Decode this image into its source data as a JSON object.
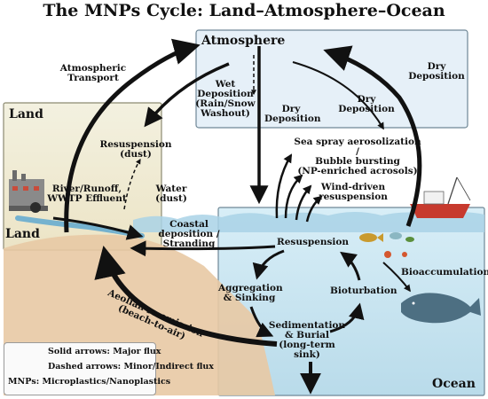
{
  "title": "The MNPs Cycle: Land–Atmosphere–Ocean",
  "regions": {
    "atmosphere": "Atmosphere",
    "land_top": "Land",
    "land_bottom": "Land",
    "ocean": "Ocean"
  },
  "labels": {
    "atmospheric_transport": "Atmospheric\nTransport",
    "wet_deposition": "Wet\nDeposition\n(Rain/Snow\nWashout)",
    "dry_deposition_left": "Dry\nDeposition",
    "dry_deposition_mid": "Dry\nDeposition",
    "dry_deposition_right": "Dry\nDeposition",
    "resuspension_dust": "Resuspension\n(dust)",
    "water_dust": "Water\n(dust)",
    "river_runoff": "River/Runoff,\nWWTP Effluent",
    "sea_spray": "Sea spray aerosolization /\nBubble bursting\n(NP-enriched acrosols)",
    "wind_driven": "Wind-driven\nresuspension",
    "coastal_deposition": "Coastal\ndeposition /\nStranding",
    "resuspension_ocean": "Resuspension",
    "aggregation": "Aggregation\n& Sinking",
    "bioturbation": "Bioturbation",
    "bioaccumulation": "Bioaccumulation",
    "sedimentation": "Sedimentation\n& Burial\n(long-term sink)",
    "aeolian": "Aeolian re-emission\n(beach-to-air)"
  },
  "legend": {
    "solid": "Solid arrows: Major flux",
    "dashed": "Dashed arrows: Minor/Indirect flux",
    "abbr": "MNPs: Microplastics/Nanoplastics"
  },
  "colors": {
    "atmosphere_fill": "#e6f0f8",
    "land_fill": "#f1eedb",
    "ocean_fill": "#cfe7f2",
    "sand_fill": "#e8c9a4",
    "arrow": "#111111",
    "whale": "#4d6f82"
  }
}
